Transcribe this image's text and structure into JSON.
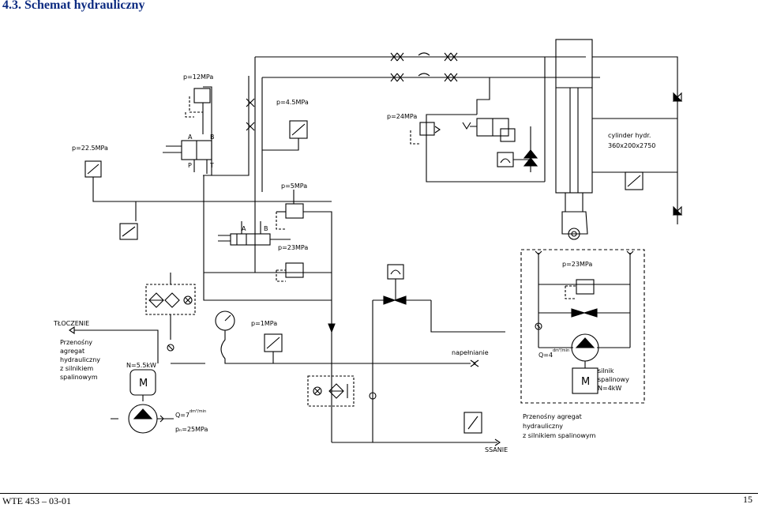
{
  "header": {
    "number": "4.3.",
    "title": "Schemat hydrauliczny"
  },
  "labels": {
    "p12": "p=12MPa",
    "p225": "p=22.5MPa",
    "p45": "p=4.5MPa",
    "p24": "p=24MPa",
    "p5": "p=5MPa",
    "p23": "p=23MPa",
    "p23b": "p=23MPa",
    "p1": "p=1MPa",
    "cylinder1": "cylinder hydr.",
    "cylinder2": "360x200x2750",
    "tloczenie": "TŁOCZENIE",
    "agg_left": [
      "Przenośny",
      "agregat",
      "hydrauliczny",
      "z silnikiem",
      "spalinowym"
    ],
    "n55": "N=5.5kW",
    "q7": "Q=7",
    "q7u": "dm³/min",
    "pn": "pₙ=25MPa",
    "napelnianie": "napełnianie",
    "ssanie": "SSANIE",
    "q4": "Q=4",
    "q4u": "dm³/min",
    "motor_m": "M",
    "silnik": [
      "silnik",
      "spalinowy",
      "N=4kW"
    ],
    "agg_right": [
      "Przenośny agregat",
      "hydrauliczny",
      "z silnikiem spalinowym"
    ],
    "port_a": "A",
    "port_b": "B",
    "port_p": "P",
    "port_t": "T",
    "port_a2": "A",
    "port_b2": "B"
  },
  "footer": {
    "left": "WTE 453 – 03-01",
    "page": "15"
  }
}
